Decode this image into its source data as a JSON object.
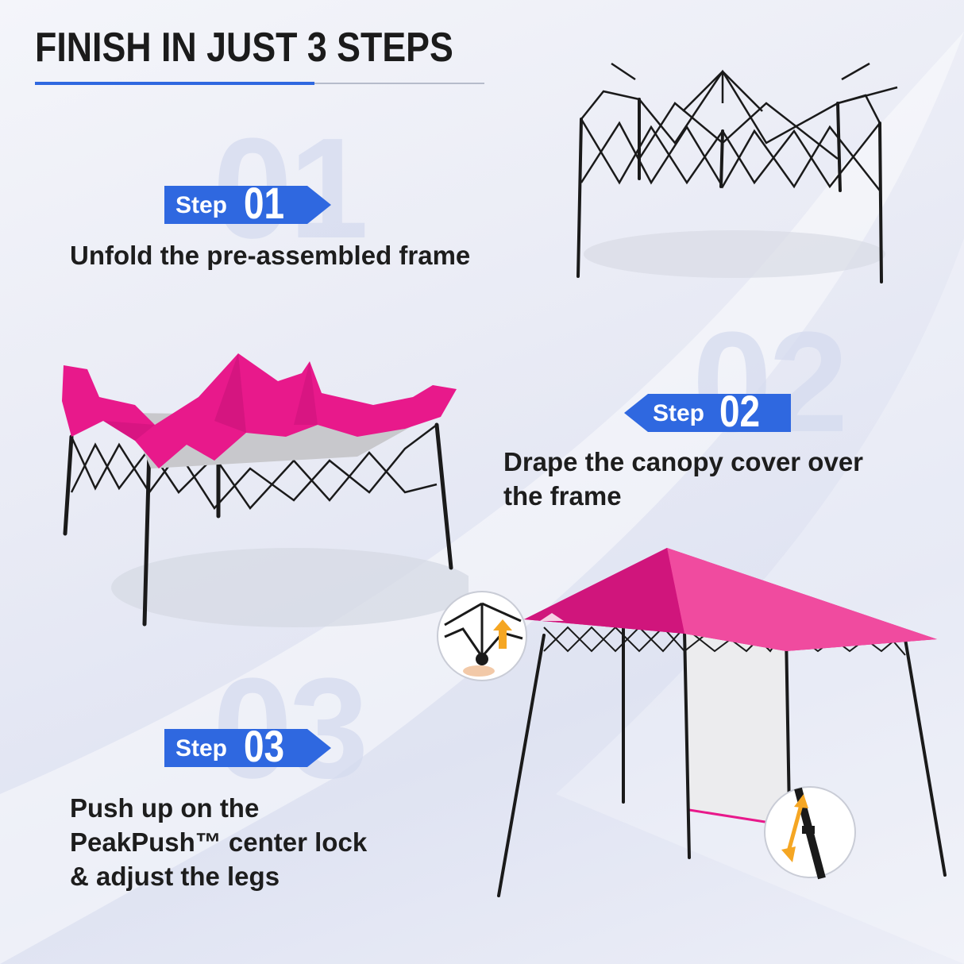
{
  "title": "FINISH IN JUST 3 STEPS",
  "steps": [
    {
      "badge_word": "Step",
      "badge_number": "01",
      "ghost_number": "01",
      "description": "Unfold the pre-assembled frame"
    },
    {
      "badge_word": "Step",
      "badge_number": "02",
      "ghost_number": "02",
      "description_line1": "Drape the canopy cover over",
      "description_line2": "the frame"
    },
    {
      "badge_word": "Step",
      "badge_number": "03",
      "ghost_number": "03",
      "description_line1": "Push up on the",
      "description_line2": "PeakPush™ center lock",
      "description_line3": "& adjust the legs"
    }
  ],
  "colors": {
    "accent_blue": "#2f68e0",
    "canopy_pink": "#e8198b",
    "frame_black": "#1a1a1a",
    "arrow_orange": "#f5a623"
  },
  "icons": [
    "frame-illustration",
    "draped-canopy-illustration",
    "finished-canopy-illustration",
    "center-lock-detail",
    "leg-adjust-detail"
  ]
}
